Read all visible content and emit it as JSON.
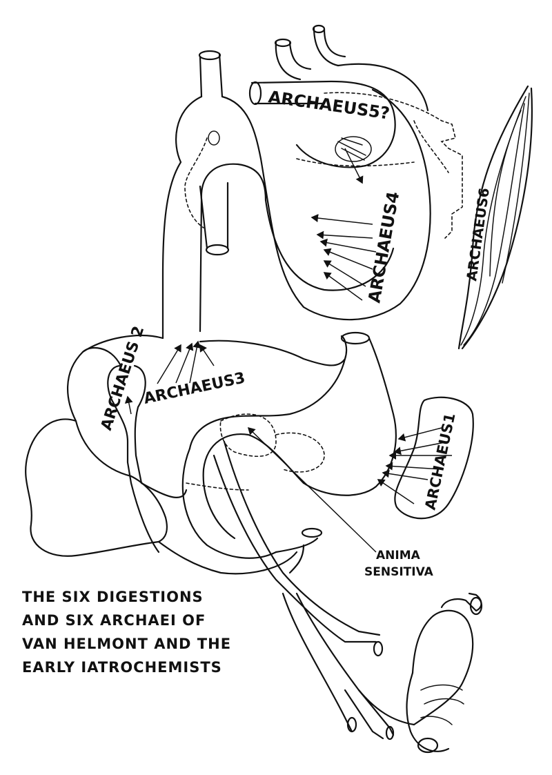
{
  "diagram": {
    "labels": {
      "archaeus1": "ARCHAEUS1",
      "archaeus2": "ARCHAEUS 2",
      "archaeus3": "ARCHAEUS3",
      "archaeus4": "ARCHAEUS4",
      "archaeus5": "ARCHAEUS5?",
      "archaeus6": "ARCHAEUS6",
      "anima_line1": "ANIMA",
      "anima_line2": "SENSITIVA"
    },
    "caption": "THE SIX DIGESTIONS\nAND SIX ARCHAEI OF\nVAN HELMONT AND THE\nEARLY IATROCHEMISTS",
    "ink_color": "#111111",
    "paper_color": "#ffffff"
  }
}
